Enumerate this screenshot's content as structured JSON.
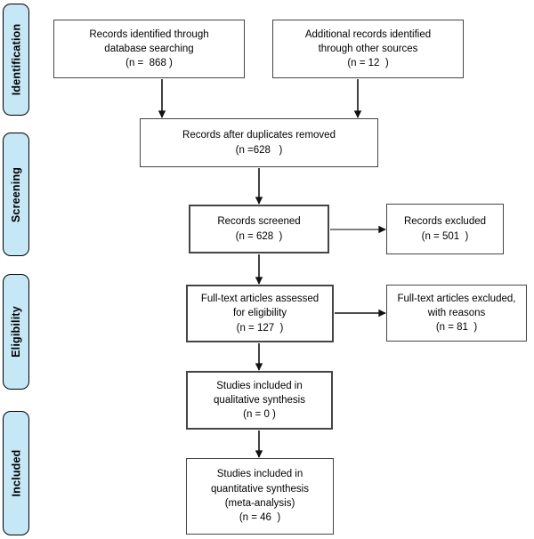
{
  "diagram": {
    "type": "prisma-flow",
    "stages": [
      {
        "label": "Identification"
      },
      {
        "label": "Screening"
      },
      {
        "label": "Eligibility"
      },
      {
        "label": "Included"
      }
    ],
    "nodes": [
      {
        "id": "records-identified-database",
        "n": 868,
        "text": "Records identified through\ndatabase searching\n(n =  868 )"
      },
      {
        "id": "additional-records-other-sources",
        "n": 12,
        "text": "Additional records identified\nthrough other sources\n(n = 12  )"
      },
      {
        "id": "records-after-duplicates-removed",
        "n": 628,
        "text": "Records after duplicates removed\n(n =628   )"
      },
      {
        "id": "records-screened",
        "n": 628,
        "text": "Records screened\n(n = 628  )"
      },
      {
        "id": "records-excluded",
        "n": 501,
        "text": "Records excluded\n(n = 501  )"
      },
      {
        "id": "fulltext-articles-assessed",
        "n": 127,
        "text": "Full-text articles assessed\nfor eligibility\n(n = 127  )"
      },
      {
        "id": "fulltext-articles-excluded",
        "n": 81,
        "text": "Full-text articles excluded,\nwith reasons\n(n = 81  )"
      },
      {
        "id": "studies-qualitative-synthesis",
        "n": 0,
        "text": "Studies included in\nqualitative synthesis\n(n = 0 )"
      },
      {
        "id": "studies-quantitative-synthesis",
        "n": 46,
        "text": "Studies included in\nquantitative synthesis\n(meta-analysis)\n(n = 46  )"
      }
    ]
  },
  "colors": {
    "stage_fill": "#c6e7f6",
    "stage_border": "#000000",
    "node_fill": "#ffffff",
    "node_border": "#454545",
    "arrow": "#111111",
    "arrow_gray": "#808080",
    "text": "#000000"
  }
}
